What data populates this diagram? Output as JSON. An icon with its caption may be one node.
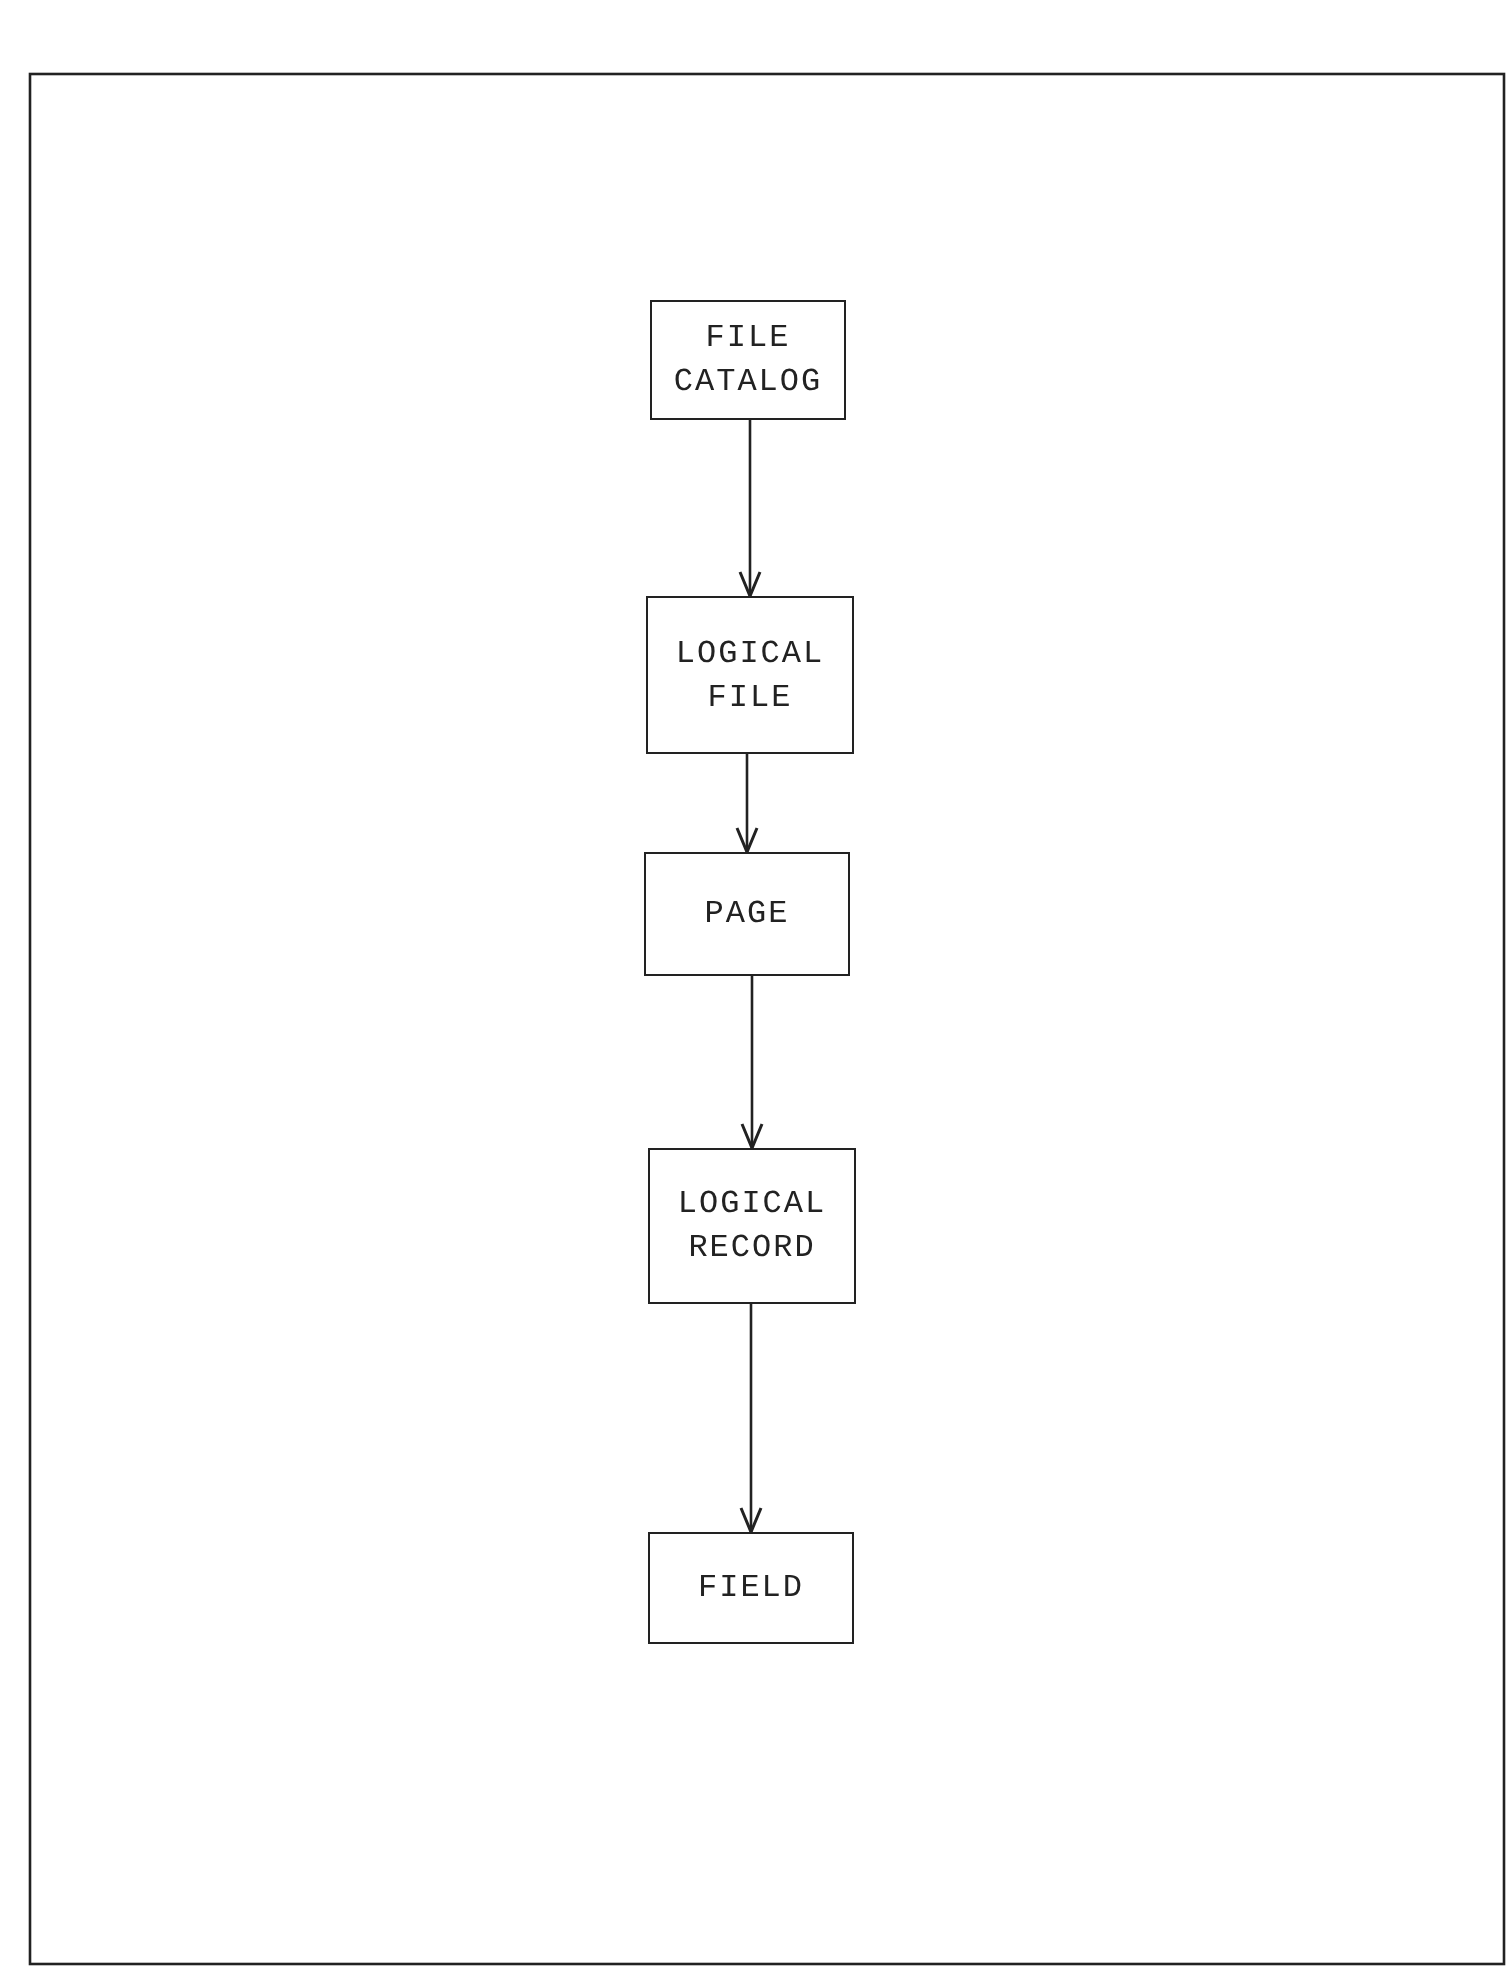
{
  "diagram": {
    "nodes": [
      {
        "text": [
          "FILE CATALOG"
        ]
      },
      {
        "text": [
          "LOGICAL FILE"
        ]
      },
      {
        "text": [
          "PAGE"
        ]
      },
      {
        "text": [
          "LOGICAL RECORD"
        ]
      },
      {
        "text": [
          "FIELD"
        ]
      }
    ],
    "edges": [
      {
        "from": 0,
        "to": 1,
        "arrow": "to"
      },
      {
        "from": 1,
        "to": 2,
        "arrow": "to"
      },
      {
        "from": 2,
        "to": 3,
        "arrow": "to"
      },
      {
        "from": 3,
        "to": 4,
        "arrow": "to"
      }
    ]
  }
}
